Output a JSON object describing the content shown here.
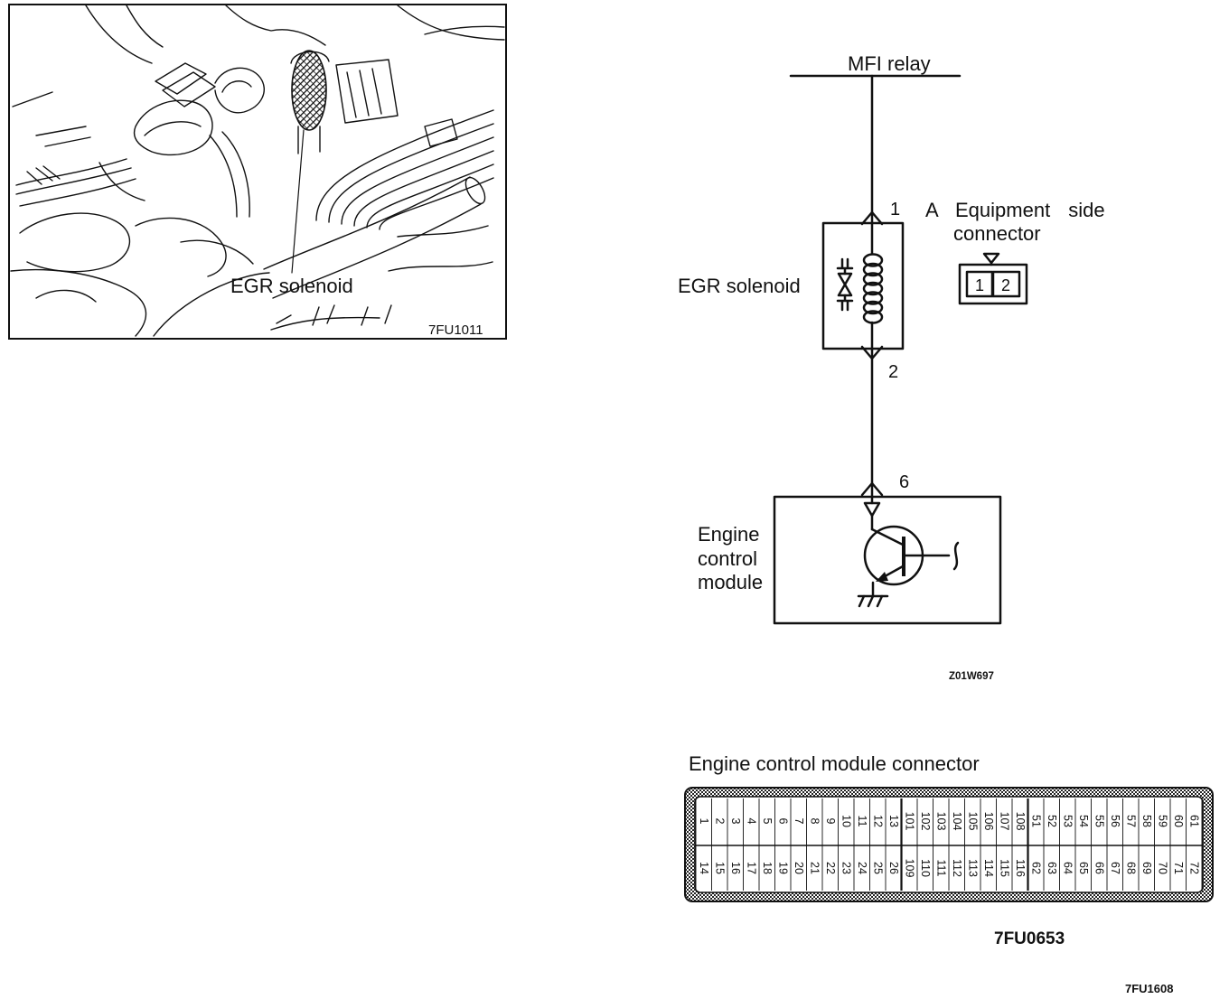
{
  "illustration": {
    "callout": "EGR solenoid",
    "figure_code": "7FU1011"
  },
  "schematic": {
    "supply_label": "MFI relay",
    "solenoid_label": "EGR solenoid",
    "pin_solenoid_1": "1",
    "pin_solenoid_2": "2",
    "pin_ecm": "6",
    "connector_letter": "A",
    "connector_title_line1": "Equipment side",
    "connector_title_line2": "connector",
    "connector_pins": [
      "1",
      "2"
    ],
    "ecm_label_lines": [
      "Engine",
      "control",
      "module"
    ],
    "figure_code": "Z01W697"
  },
  "ecm_connector": {
    "title": "Engine control module connector",
    "top_row": [
      "1",
      "2",
      "3",
      "4",
      "5",
      "6",
      "7",
      "8",
      "9",
      "10",
      "11",
      "12",
      "13",
      "101",
      "102",
      "103",
      "104",
      "105",
      "106",
      "107",
      "108",
      "51",
      "52",
      "53",
      "54",
      "55",
      "56",
      "57",
      "58",
      "59",
      "60",
      "61"
    ],
    "bottom_row": [
      "14",
      "15",
      "16",
      "17",
      "18",
      "19",
      "20",
      "21",
      "22",
      "23",
      "24",
      "25",
      "26",
      "109",
      "110",
      "111",
      "112",
      "113",
      "114",
      "115",
      "116",
      "62",
      "63",
      "64",
      "65",
      "66",
      "67",
      "68",
      "69",
      "70",
      "71",
      "72"
    ],
    "figure_code": "7FU0653"
  },
  "page_code": "7FU1608"
}
